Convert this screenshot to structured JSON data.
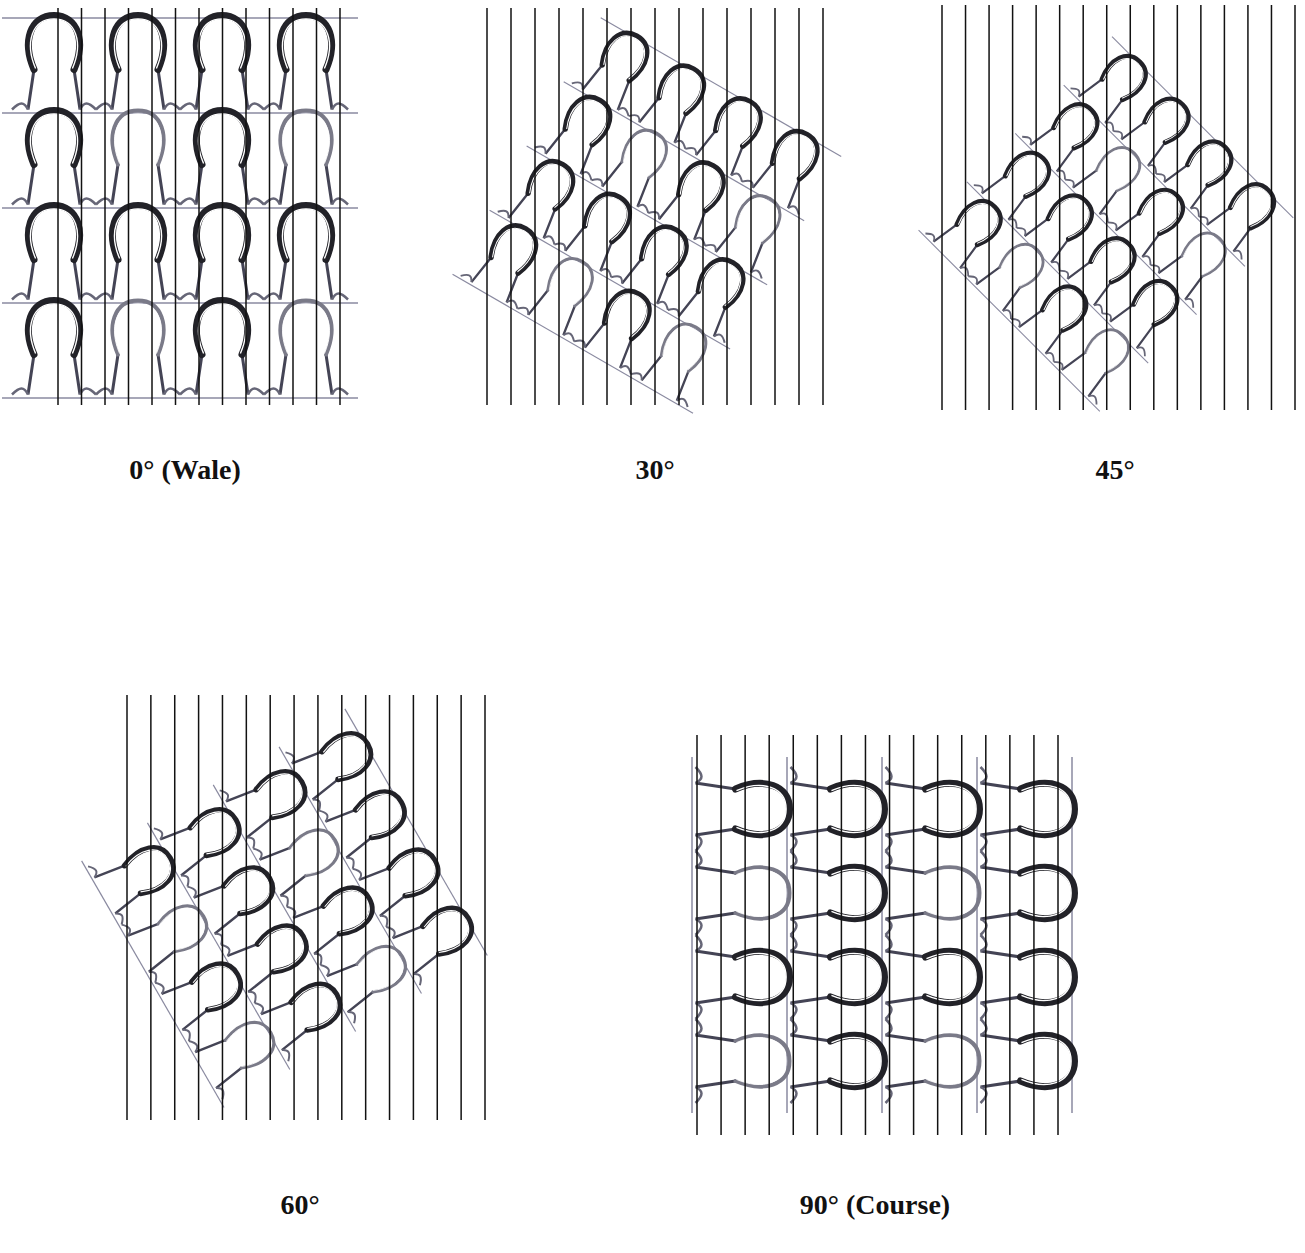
{
  "diagram": {
    "labels": [
      "0° (Wale)",
      "30°",
      "45°",
      "60°",
      "90° (Course)"
    ]
  }
}
